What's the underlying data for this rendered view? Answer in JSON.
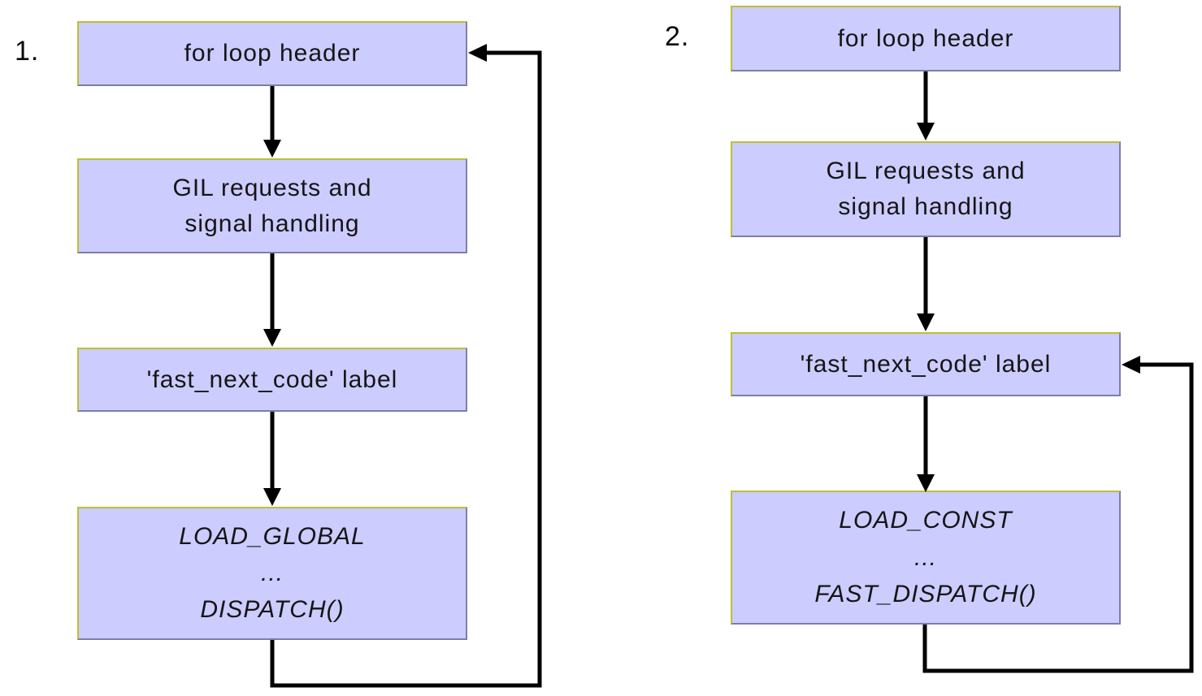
{
  "colors": {
    "background": "#ffffff",
    "box_fill": "#ccccff",
    "box_border_light": "#bfbf33",
    "box_border_dark": "#7d7dab",
    "arrow": "#000000",
    "text": "#151515"
  },
  "diagrams": [
    {
      "index_label": "1.",
      "nodes": {
        "for_loop_header": {
          "lines": [
            "for loop header"
          ]
        },
        "gil_requests": {
          "lines": [
            "GIL requests and",
            "signal handling"
          ]
        },
        "fast_next_code": {
          "lines": [
            "'fast_next_code' label"
          ]
        },
        "bytecode_block": {
          "lines": [
            "LOAD_GLOBAL",
            "...",
            "DISPATCH()"
          ],
          "style": "italic"
        }
      },
      "arrows": [
        {
          "from": "for loop header",
          "to": "GIL requests and signal handling"
        },
        {
          "from": "GIL requests and signal handling",
          "to": "'fast_next_code' label"
        },
        {
          "from": "'fast_next_code' label",
          "to": "LOAD_GLOBAL ... DISPATCH()"
        },
        {
          "from": "LOAD_GLOBAL ... DISPATCH()",
          "to": "for loop header",
          "type": "loop-back"
        }
      ]
    },
    {
      "index_label": "2.",
      "nodes": {
        "for_loop_header": {
          "lines": [
            "for loop header"
          ]
        },
        "gil_requests": {
          "lines": [
            "GIL requests and",
            "signal handling"
          ]
        },
        "fast_next_code": {
          "lines": [
            "'fast_next_code' label"
          ]
        },
        "bytecode_block": {
          "lines": [
            "LOAD_CONST",
            "...",
            "FAST_DISPATCH()"
          ],
          "style": "italic"
        }
      },
      "arrows": [
        {
          "from": "for loop header",
          "to": "GIL requests and signal handling"
        },
        {
          "from": "GIL requests and signal handling",
          "to": "'fast_next_code' label"
        },
        {
          "from": "'fast_next_code' label",
          "to": "LOAD_CONST ... FAST_DISPATCH()"
        },
        {
          "from": "LOAD_CONST ... FAST_DISPATCH()",
          "to": "'fast_next_code' label",
          "type": "loop-back"
        }
      ]
    }
  ]
}
